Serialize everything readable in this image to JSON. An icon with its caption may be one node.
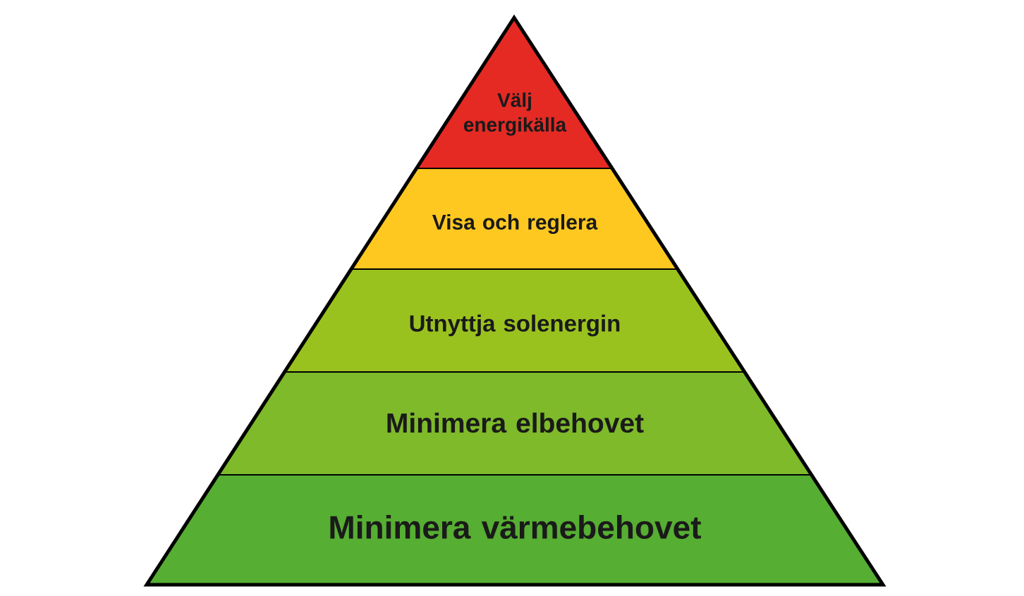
{
  "diagram": {
    "nodes": [
      {
        "text": [
          "Välj energikälla"
        ]
      },
      {
        "text": [
          "Visa och reglera"
        ]
      },
      {
        "text": [
          "Utnyttja solenergin"
        ]
      },
      {
        "text": [
          "Minimera elbehovet"
        ]
      },
      {
        "text": [
          "Minimera värmebehovet"
        ]
      }
    ]
  }
}
